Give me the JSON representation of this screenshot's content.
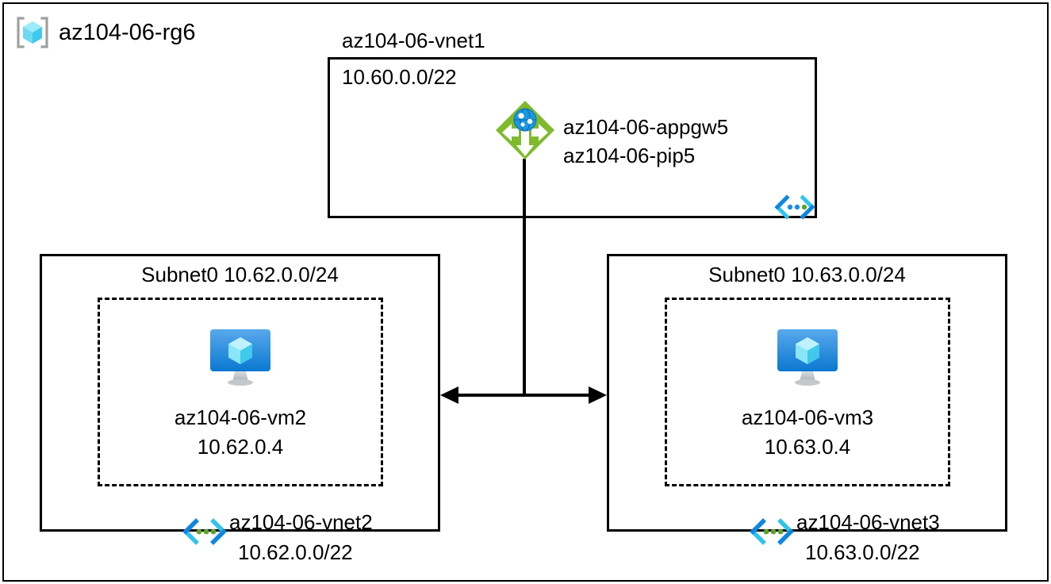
{
  "diagram": {
    "resource_group": {
      "name": "az104-06-rg6",
      "icon": "resource-group-cube-icon"
    },
    "vnet1": {
      "name": "az104-06-vnet1",
      "cidr": "10.60.0.0/22",
      "badge_icon": "virtual-network-icon",
      "gateway": {
        "icon": "application-gateway-icon",
        "name": "az104-06-appgw5",
        "public_ip": "az104-06-pip5"
      }
    },
    "left_vnet": {
      "subnet_title": "Subnet0 10.62.0.0/24",
      "vnet_name": "az104-06-vnet2",
      "vnet_cidr": "10.62.0.0/22",
      "badge_icon": "virtual-network-icon",
      "vm": {
        "icon": "virtual-machine-icon",
        "name": "az104-06-vm2",
        "ip": "10.62.0.4"
      }
    },
    "right_vnet": {
      "subnet_title": "Subnet0 10.63.0.0/24",
      "vnet_name": "az104-06-vnet3",
      "vnet_cidr": "10.63.0.0/22",
      "badge_icon": "virtual-network-icon",
      "vm": {
        "icon": "virtual-machine-icon",
        "name": "az104-06-vm3",
        "ip": "10.63.0.4"
      }
    },
    "connectors": {
      "gateway_to_peering": "vertical-line",
      "vnet2_to_vnet3": "double-headed-arrow"
    },
    "colors": {
      "stroke": "#000000",
      "appgw_green": "#7FBA2D",
      "appgw_globe_blue": "#1B98E0",
      "vnet_cyan": "#32C8F0",
      "vnet_blue": "#0F86E0",
      "vnet_dot_green": "#5EA22E",
      "vm_blue_top": "#54A6EA",
      "vm_blue_bottom": "#0A78D0",
      "cube_cyan": "#7FE4F7",
      "rg_bracket_gray": "#A0A0A0",
      "stand_gray": "#B8BCC0"
    }
  }
}
